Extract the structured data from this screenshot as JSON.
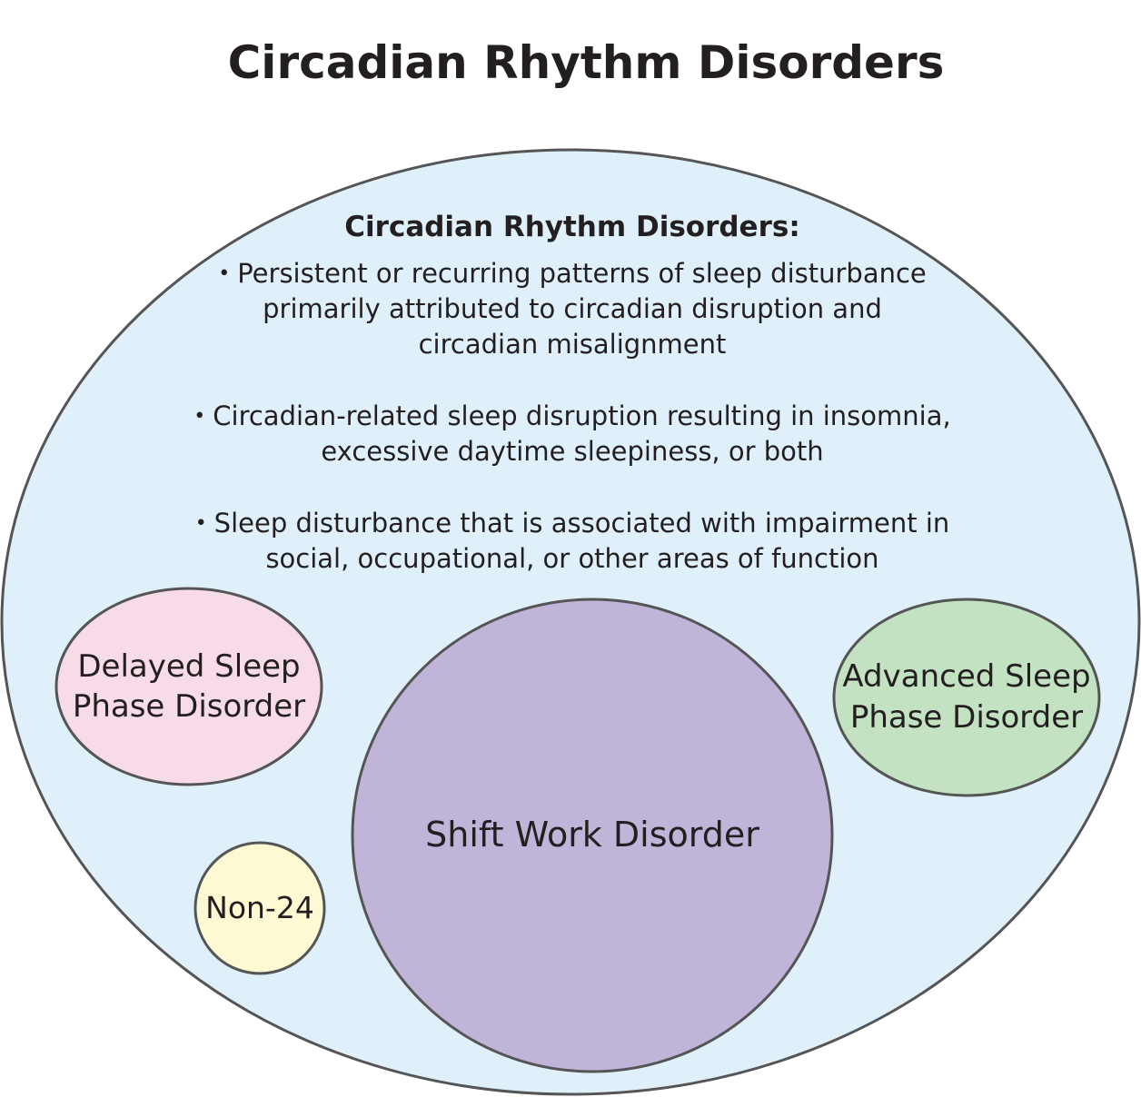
{
  "title": "Circadian Rhythm Disorders",
  "outer": {
    "heading": "Circadian Rhythm Disorders:",
    "bullets": [
      "Persistent or recurring patterns of sleep disturbance primarily attributed to circadian disruption and circadian misalignment",
      "Circadian-related sleep disruption resulting in insomnia, excessive daytime sleepiness, or both",
      "Sleep disturbance that is associated with impairment in social, occupational, or other areas of function"
    ],
    "bullet_lines": [
      [
        "Persistent or recurring patterns of sleep disturbance",
        "primarily attributed to circadian disruption and",
        "circadian misalignment"
      ],
      [
        "Circadian-related sleep disruption resulting in insomnia,",
        "excessive daytime sleepiness, or both"
      ],
      [
        "Sleep disturbance that is associated with impairment in",
        "social, occupational, or other areas of function"
      ]
    ],
    "bullet_symbol": "•",
    "fill": "#dff0fb"
  },
  "subsets": {
    "delayed": {
      "line1": "Delayed Sleep",
      "line2": "Phase Disorder",
      "fill": "#f8dbe8"
    },
    "advanced": {
      "line1": "Advanced Sleep",
      "line2": "Phase Disorder",
      "fill": "#c3e2c2"
    },
    "shift": {
      "label": "Shift Work Disorder",
      "fill": "#c1b4d9"
    },
    "non24": {
      "label": "Non-24",
      "fill": "#fdf9d2"
    }
  },
  "stroke_color": "#555555"
}
